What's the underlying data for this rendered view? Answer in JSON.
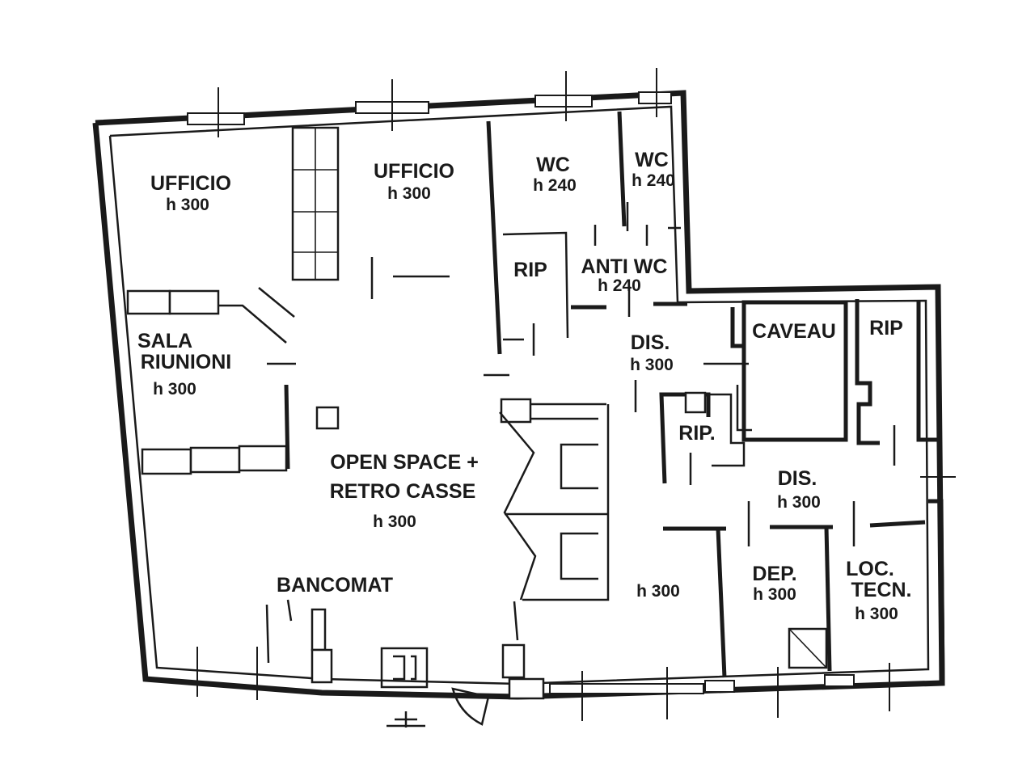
{
  "rooms": [
    {
      "id": "ufficio-1",
      "name": "UFFICIO",
      "height": "h 300"
    },
    {
      "id": "ufficio-2",
      "name": "UFFICIO",
      "height": "h 300"
    },
    {
      "id": "wc-1",
      "name": "WC",
      "height": "h 240"
    },
    {
      "id": "wc-2",
      "name": "WC",
      "height": "h 240"
    },
    {
      "id": "rip-1",
      "name": "RIP",
      "height": ""
    },
    {
      "id": "anti-wc",
      "name": "ANTI WC",
      "height": "h 240"
    },
    {
      "id": "sala-riunioni",
      "name_line1": "SALA",
      "name_line2": "RIUNIONI",
      "height": "h 300"
    },
    {
      "id": "dis-1",
      "name": "DIS.",
      "height": "h 300"
    },
    {
      "id": "caveau",
      "name": "CAVEAU",
      "height": ""
    },
    {
      "id": "rip-2",
      "name": "RIP",
      "height": ""
    },
    {
      "id": "rip-3",
      "name": "RIP.",
      "height": ""
    },
    {
      "id": "open-space",
      "name_line1": "OPEN SPACE +",
      "name_line2": "RETRO CASSE",
      "height": "h 300"
    },
    {
      "id": "dis-2",
      "name": "DIS.",
      "height": "h 300"
    },
    {
      "id": "bancomat",
      "name": "BANCOMAT",
      "height": ""
    },
    {
      "id": "corridor",
      "name": "",
      "height": "h 300"
    },
    {
      "id": "dep",
      "name": "DEP.",
      "height": "h 300"
    },
    {
      "id": "loc-tecn",
      "name_line1": "LOC.",
      "name_line2": "TECN.",
      "height": "h 300"
    }
  ]
}
